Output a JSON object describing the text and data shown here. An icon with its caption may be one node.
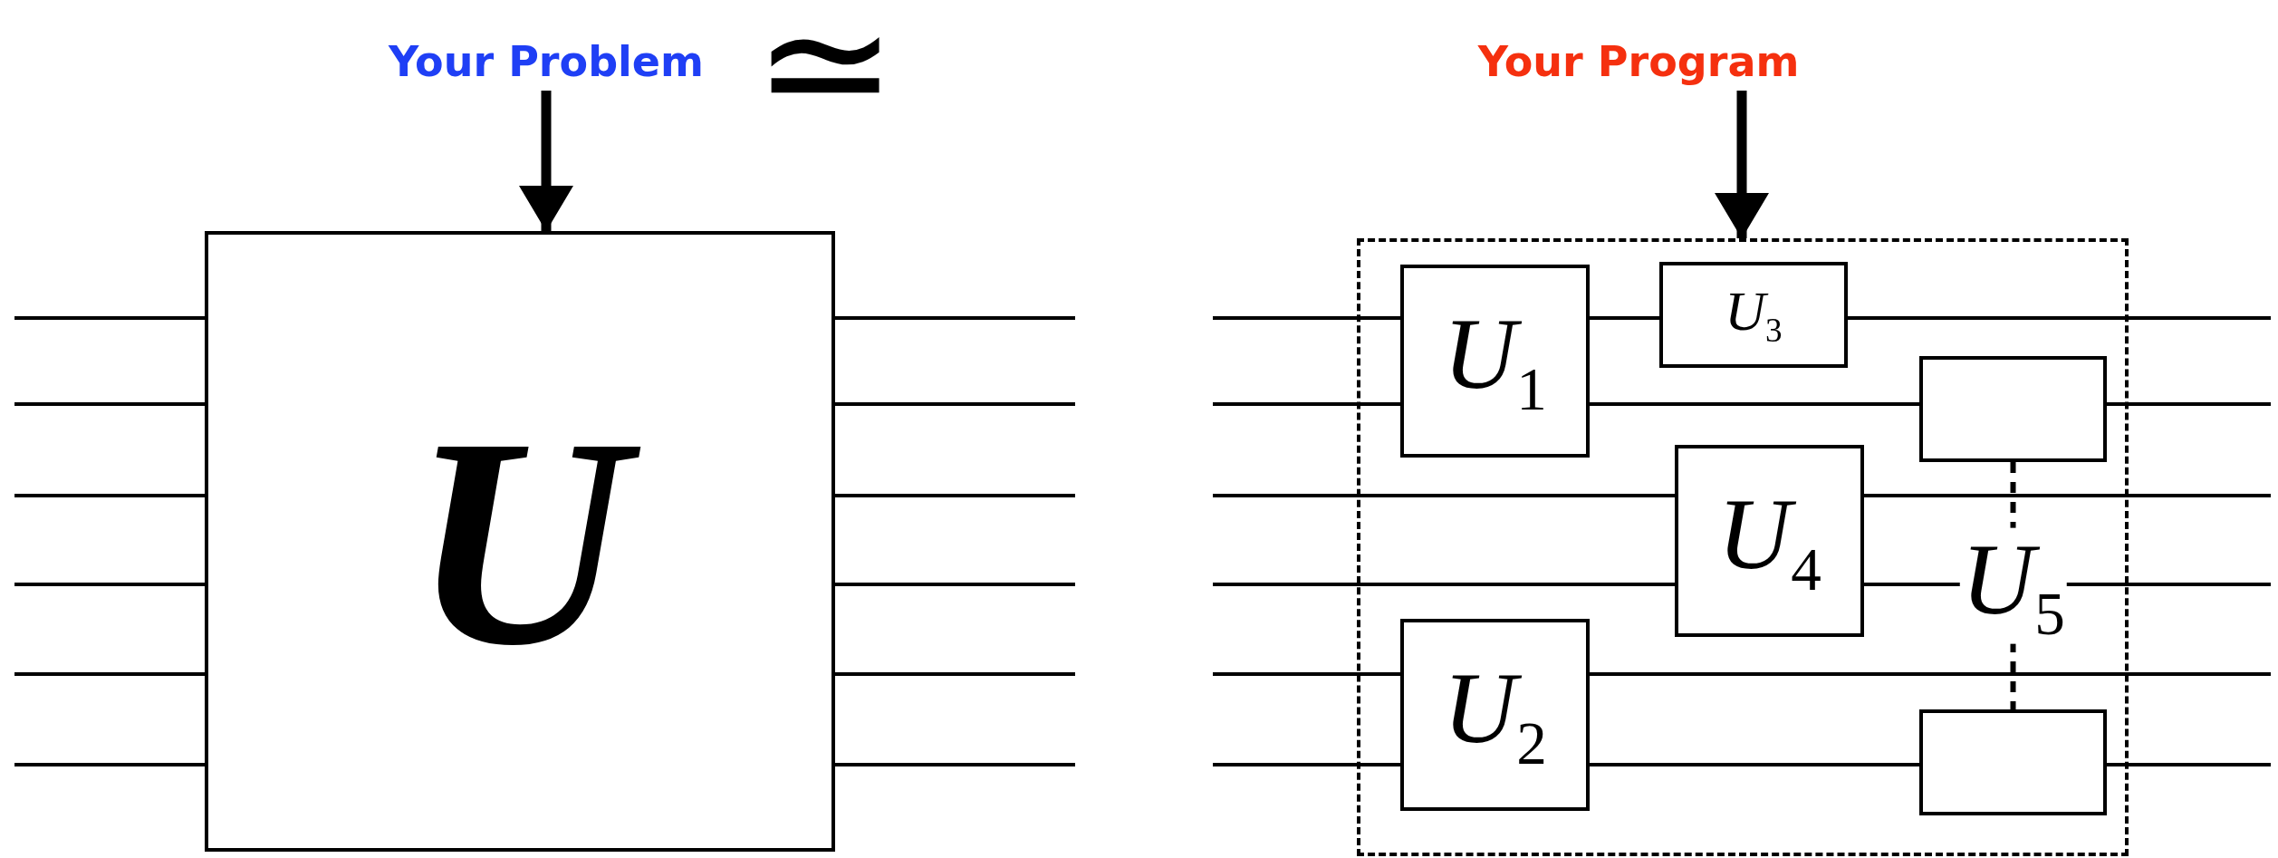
{
  "diagram": {
    "nodes": [
      {
        "text": [
          "Your Problem"
        ]
      },
      {
        "text": [
          "U"
        ]
      },
      {
        "text": [
          "Your Program"
        ]
      },
      {
        "text": [],
        "shape": "box"
      },
      {
        "text": [
          "*U*$_{1}$"
        ],
        "in": 3
      },
      {
        "text": [
          "*U*$_{3}$"
        ],
        "in": 3
      },
      {
        "text": [],
        "shape": "box",
        "in": 3
      },
      {
        "text": [
          "*U*$_{4}$"
        ],
        "in": 3
      },
      {
        "text": [
          "*U*$_{2}$"
        ],
        "in": 3
      },
      {
        "text": [],
        "shape": "box",
        "in": 3
      }
    ],
    "edges": [
      {
        "from": 0,
        "to": 1,
        "arrow": "to",
        "style": "thick"
      },
      {
        "from": 2,
        "to": 3,
        "arrow": "to",
        "style": "thick"
      },
      {
        "from": 6,
        "to": 9,
        "arrow": "none",
        "style": "dashed",
        "label": "*U*$_{5}$"
      },
      {
        "from": null,
        "to": 1,
        "arrow": "none"
      },
      {
        "from": 1,
        "to": null,
        "arrow": "none"
      },
      {
        "from": null,
        "to": 1,
        "arrow": "none"
      },
      {
        "from": 1,
        "to": null,
        "arrow": "none"
      },
      {
        "from": null,
        "to": 1,
        "arrow": "none"
      },
      {
        "from": 1,
        "to": null,
        "arrow": "none"
      },
      {
        "from": null,
        "to": 1,
        "arrow": "none"
      },
      {
        "from": 1,
        "to": null,
        "arrow": "none"
      },
      {
        "from": null,
        "to": 1,
        "arrow": "none"
      },
      {
        "from": 1,
        "to": null,
        "arrow": "none"
      },
      {
        "from": null,
        "to": 1,
        "arrow": "none"
      },
      {
        "from": 1,
        "to": null,
        "arrow": "none"
      },
      {
        "from": null,
        "to": 4,
        "arrow": "none"
      },
      {
        "from": 4,
        "to": 5,
        "arrow": "none"
      },
      {
        "from": 5,
        "to": null,
        "arrow": "none"
      },
      {
        "from": null,
        "to": 4,
        "arrow": "none"
      },
      {
        "from": 4,
        "to": 6,
        "arrow": "none"
      },
      {
        "from": 6,
        "to": null,
        "arrow": "none"
      },
      {
        "from": null,
        "to": 7,
        "arrow": "none"
      },
      {
        "from": 7,
        "to": null,
        "arrow": "none"
      },
      {
        "from": null,
        "to": 7,
        "arrow": "none"
      },
      {
        "from": 7,
        "to": null,
        "arrow": "none"
      },
      {
        "from": null,
        "to": 8,
        "arrow": "none"
      },
      {
        "from": 8,
        "to": null,
        "arrow": "none"
      },
      {
        "from": null,
        "to": 8,
        "arrow": "none"
      },
      {
        "from": 8,
        "to": 9,
        "arrow": "none"
      },
      {
        "from": 9,
        "to": null,
        "arrow": "none"
      }
    ],
    "labels": [
      "≃"
    ]
  }
}
